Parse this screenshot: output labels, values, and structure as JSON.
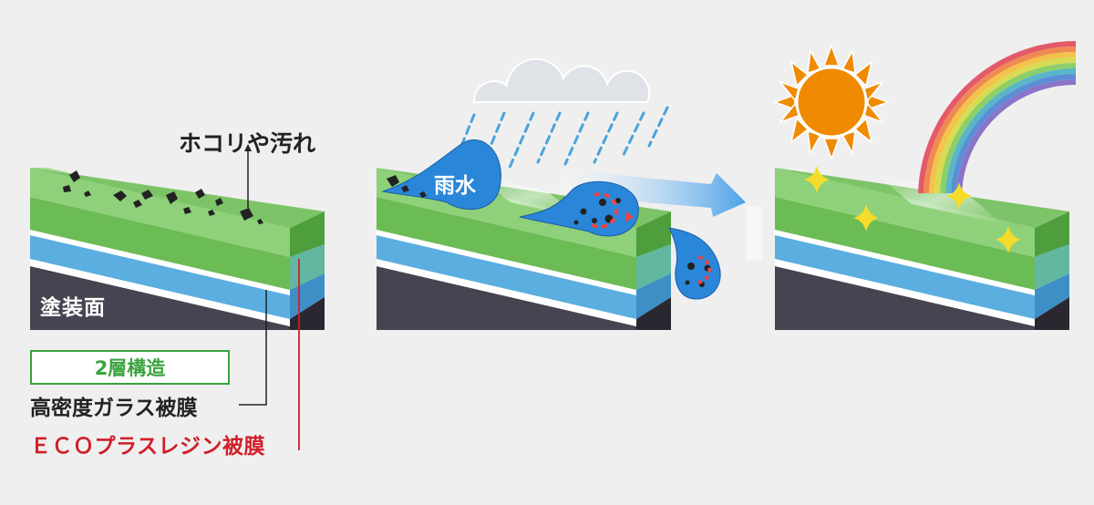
{
  "labels": {
    "dust": "ホコリや汚れ",
    "painted_surface": "塗装面",
    "structure": "2層構造",
    "glass_coating": "高密度ガラス被膜",
    "eco_coating": "ＥＣＯプラスレジン被膜",
    "rain": "雨水"
  },
  "colors": {
    "green_layer": "#6cbc55",
    "blue_layer": "#5aaee0",
    "dark_layer": "#474350",
    "red_line": "#cf1f2a",
    "structure_green": "#3aa33e",
    "sun": "#f08a00",
    "sparkle": "#f5dc2a",
    "drop": "#2a86d8"
  },
  "icons": [
    "cloud-icon",
    "sun-icon",
    "rainbow-icon",
    "sparkle-icon",
    "raindrop-icon",
    "arrow-right-icon",
    "dust-particle-icon"
  ]
}
